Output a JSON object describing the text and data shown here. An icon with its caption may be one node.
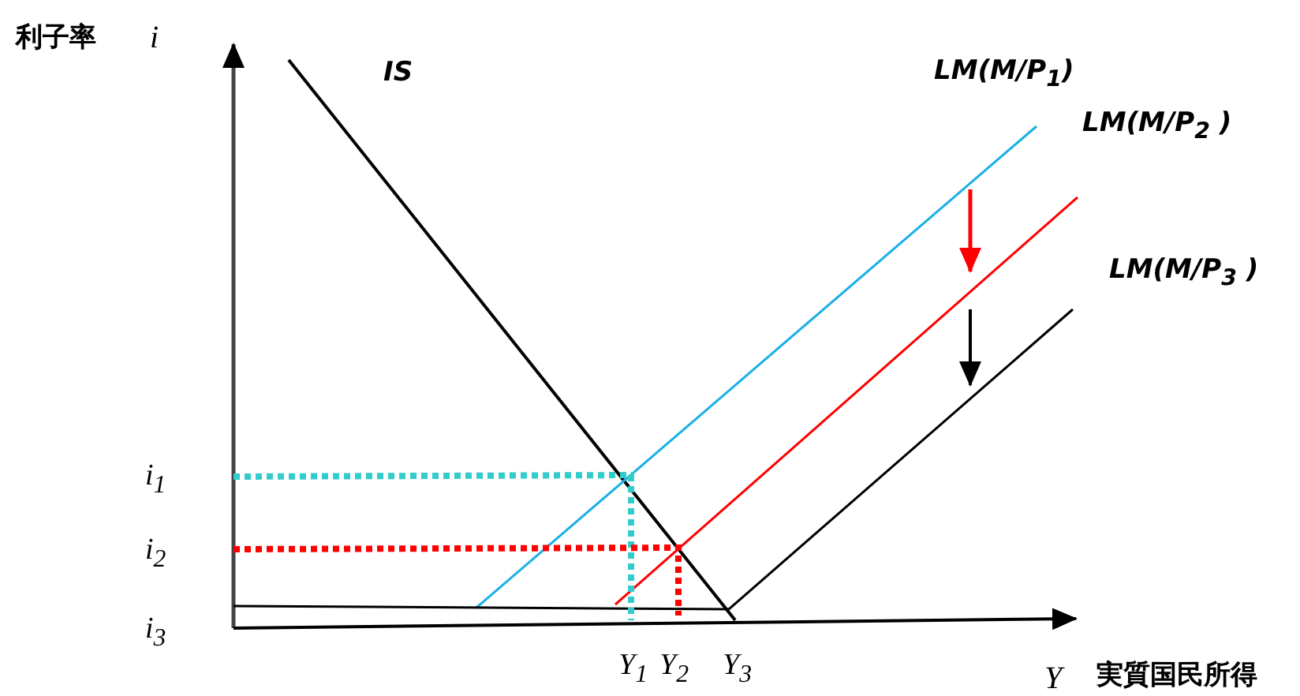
{
  "diagram": {
    "labels": [
      "利子率",
      "i",
      "IS",
      "LM(M/P$_{1}$)",
      "LM(M/P$_{2}$ )",
      "LM(M/P$_{3}$ )",
      "i$_{1}$",
      "i$_{2}$",
      "i$_{3}$",
      "Y$_{1}$",
      "Y$_{2}$",
      "Y$_{3}$",
      "Y",
      "実質国民所得"
    ]
  }
}
